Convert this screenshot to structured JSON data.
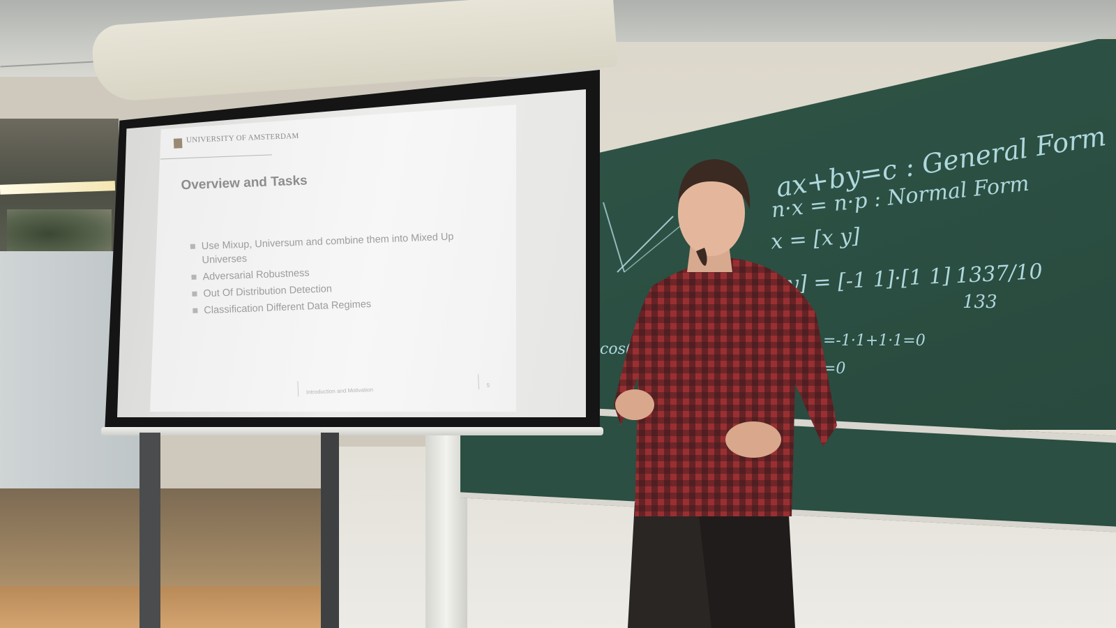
{
  "slide": {
    "institution": "UNIVERSITY OF AMSTERDAM",
    "title": "Overview and Tasks",
    "bullets": [
      "Use Mixup, Universum and combine them into Mixed Up Universes",
      "Adversarial Robustness",
      "Out Of Distribution Detection",
      "Classification Different Data Regimes"
    ],
    "footer": "Introduction and Motivation",
    "page_number": "5"
  },
  "chalkboard": {
    "lines": [
      "ax+by=c : General Form",
      "n·x = n·p : Normal Form",
      "x = [x y]",
      "[x y] = [-1 1]·[1 1]",
      "1337/10",
      "133",
      "=-1·1+1·1=0",
      "=0",
      "cos(θ)"
    ]
  }
}
